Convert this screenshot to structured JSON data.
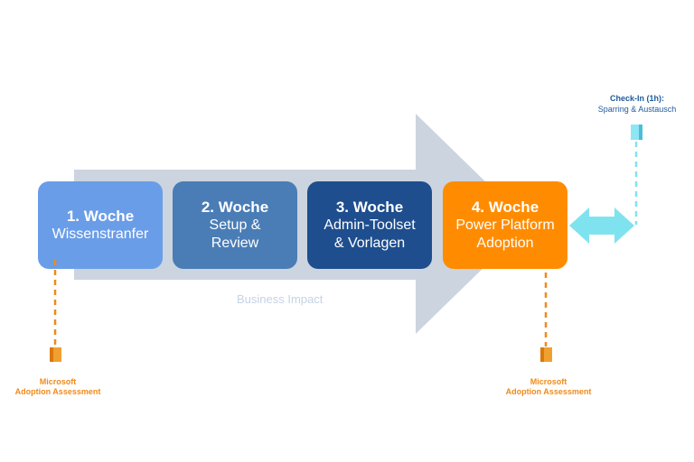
{
  "colors": {
    "big_arrow": "#ccd4df",
    "week1": "#6a9de8",
    "week2": "#4a7db6",
    "week3": "#1e4e8e",
    "week4": "#ff8c00",
    "double_arrow": "#7fe3ef",
    "assessment": "#f08a1a",
    "checkin_marker": "#8ee6f5",
    "impact_text": "#c5d3e3"
  },
  "background_label": "Business Impact",
  "weeks": [
    {
      "title": "1. Woche",
      "text": "Wissenstranfer"
    },
    {
      "title": "2. Woche",
      "text": "Setup &\nReview"
    },
    {
      "title": "3. Woche",
      "text": "Admin-Toolset\n& Vorlagen"
    },
    {
      "title": "4. Woche",
      "text": "Power Platform\nAdoption"
    }
  ],
  "assessments": [
    {
      "label": "Microsoft\nAdoption Assessment"
    },
    {
      "label": "Microsoft\nAdoption Assessment"
    }
  ],
  "checkin": {
    "title": "Check-In (1h):",
    "subtitle": "Sparring & Austausch"
  }
}
